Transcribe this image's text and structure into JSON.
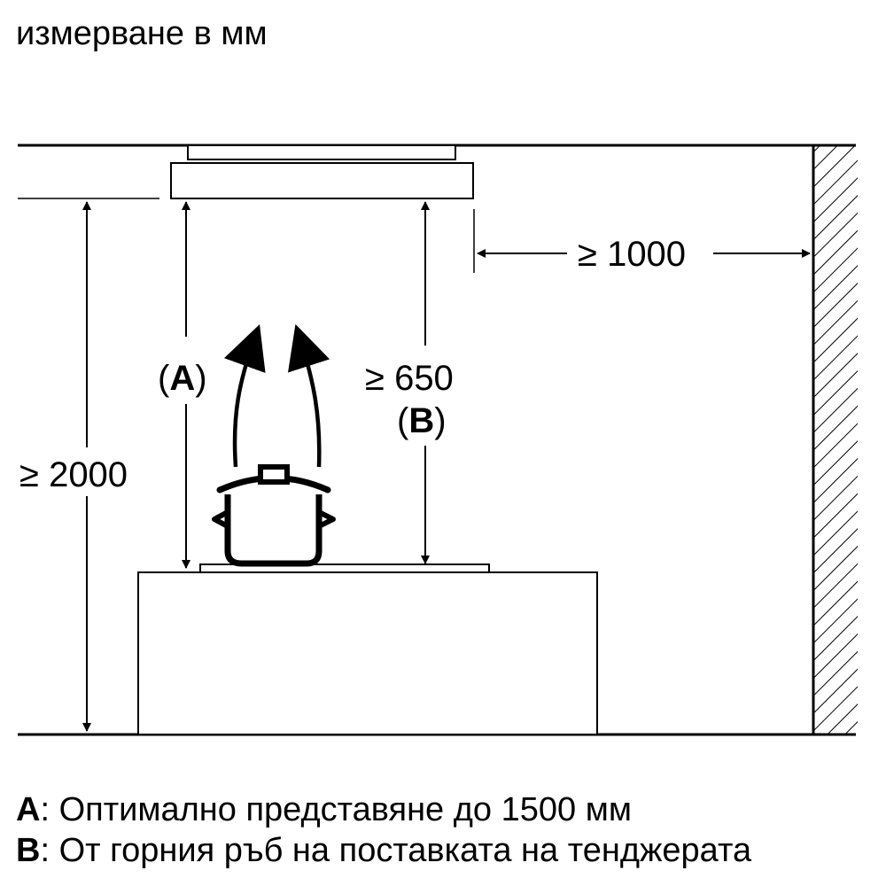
{
  "unit_note": "измерване в мм",
  "dimensions": {
    "total_height": "≥ 2000",
    "wall_distance": "≥ 1000",
    "min_pot_clearance": "≥ 650",
    "label_a": "A",
    "label_b": "B"
  },
  "legend": [
    {
      "key": "A",
      "text": ": Оптимално представяне до 1500 мм"
    },
    {
      "key": "B",
      "text": ": От горния ръб на поставката на тенджерата"
    }
  ]
}
